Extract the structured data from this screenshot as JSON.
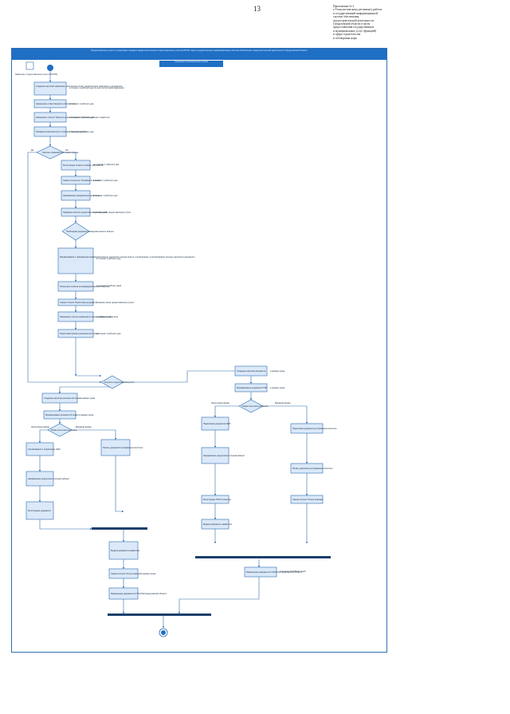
{
  "page_number": "13",
  "appendix": "Приложение № 2\nк Технологическому регламенту работы\nв государственной информационной\nсистеме обеспечения\nградостроительной деятельности\nСвердловской области в части\nпредоставления государственных\nи муниципальных услуг (функций)\nв сфере строительства\nи соблюдения норм",
  "diagram": {
    "header": "Предоставление услуги по подготовке и выдаче градостроительного плана земельного участка (ГПЗУ) через государственную информационную систему обеспечения градостроительной деятельности Свердловской области",
    "subheader": "Специалист уполномоченного органа",
    "nodes": {
      "start_label": "Заявление о предоставлении услуги в ГИСОГД",
      "reg": "Создание карточки заявления, заполнение полей, прикрепление заявления и документов",
      "reg_note": "в течение 1 рабочего дня со дня поступления заявления",
      "assign": "Назначение ответственного исполнителя",
      "assign_note": "в течение 1 рабочего дня",
      "status1": "Изменение статуса \"Принято к рассмотрению\" в личном кабинете заявителя",
      "status1_note": "в течение 1 рабочего дня",
      "check": "Проверка комплектности и соответствия документов",
      "check_note": "в течение 1 рабочего дня",
      "dec_refuse": "Наличие оснований для отказа в приеме",
      "yes": "Да",
      "no": "Нет",
      "refuse_reg": "Регистрация отказа в приеме документов",
      "refuse_reg_note": "не позднее 1 рабочего дня",
      "refuse_status": "Смена статуса на \"Отказано в приеме\"",
      "refuse_status_note": "в течение 1 рабочего дня",
      "refuse_notify": "Направление уведомления заявителю",
      "refuse_notify_note": "в течение 1 рабочего дня",
      "analyze": "Проверка полноты представленных сведений",
      "analyze_note": "в рамках срока предоставления услуги",
      "dec_need_docs": "Необходимы документы межведомственного запроса",
      "request": "Формирование и направление межведомственных запросов в органы власти и организации, в распоряжении которых находятся документы",
      "request_note": "в течение 1 рабочего дня",
      "answers": "Получение ответов на межведомственные запросы",
      "answers_note": "в течение 5 рабочих дней",
      "status2": "Смена статуса \"Подготовка документа\"",
      "status2_note": "в рамках срока предоставления услуги",
      "prepare": "Изменение статуса заявления в личном кабинете заявителя",
      "prepare_note": "в рамках срока",
      "draft": "Подготовка проекта решения или отказа",
      "draft_note": "в течение 1 рабочего дня",
      "dec_result": "Результат предоставления услуги",
      "result_card": "Создание карточки решения об отказе",
      "result_card_note": "в рамках срока",
      "form_left": "Формирование решения об отказе",
      "form_left_note": "в рамках срока",
      "dec_form": "Форма получения результата",
      "ecp": "Электронная форма",
      "paper": "Бумажная форма",
      "sign_left": "Согласование и подписание ЭЦП",
      "send_left": "Направление результата в личный кабинет",
      "print_left": "Печать документа на бумажном носителе",
      "reg_left": "Регистрация документа",
      "issue_left": "Выдача документа заявителю",
      "close_left": "Смена статуса \"Услуга оказана\"",
      "close_left_note": "в рамках срока",
      "result_right": "Создание карточки документа",
      "result_right_note": "в рамках срока",
      "form_right": "Формирование документа ГПЗУ",
      "form_right_note": "в рамках срока",
      "sign_right": "Подписание документа ЭЦП",
      "paper_right": "Подготовка документа на бумажном носителе",
      "gpzu_reg": "Регистрация ГПЗУ в реестре",
      "status_right": "Смена статуса \"Услуга оказана\"",
      "issue_right": "Выдача документа заявителю",
      "archive": "Размещение документа в ГИСОГД Свердловской области",
      "archive_note": "в течение 10 рабочих дней"
    }
  }
}
